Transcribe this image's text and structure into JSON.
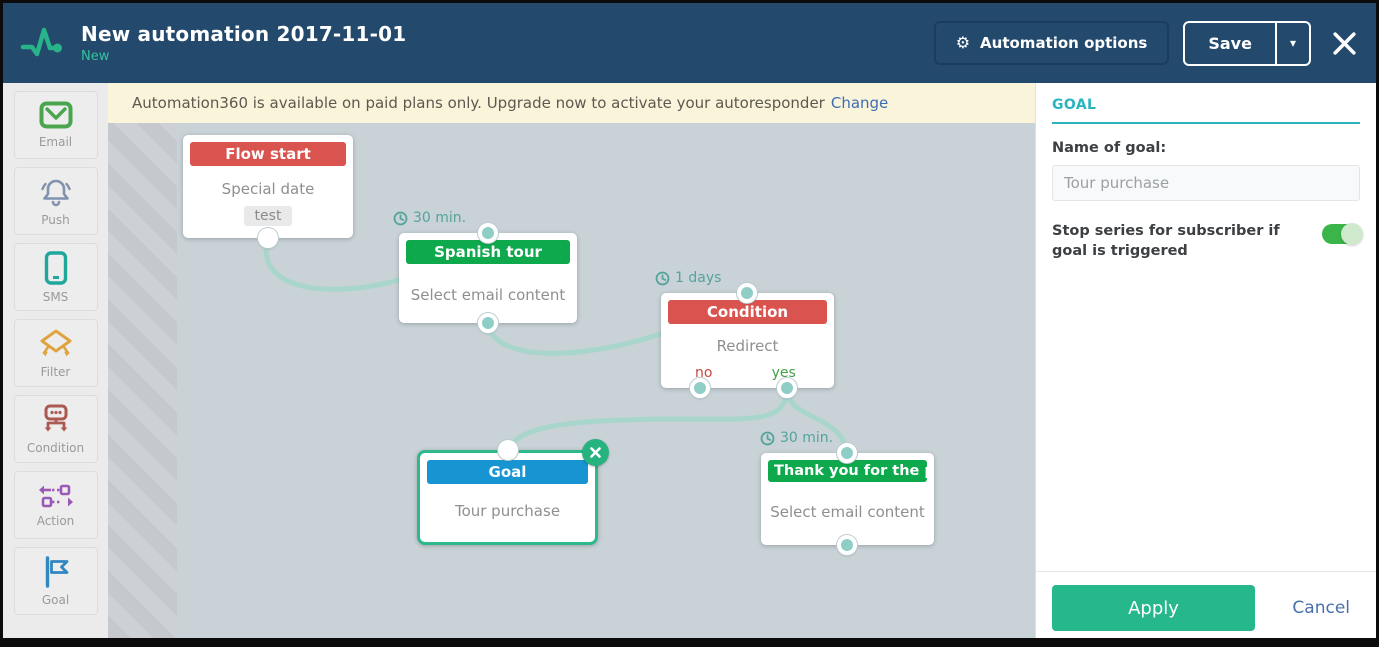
{
  "colors": {
    "header_bg": "#234a6d",
    "accent_teal": "#2bb3be",
    "apply_green": "#26b78c",
    "selection_green": "#2eb98a",
    "node_red": "#d9534f",
    "node_green": "#0ea84d",
    "node_blue": "#1795d3",
    "canvas_bg": "#c8d2d7",
    "connection": "#a8d6cd",
    "banner_bg": "#faf4db",
    "toggle_on": "#3bb44a"
  },
  "header": {
    "title": "New automation 2017-11-01",
    "status": "New",
    "logo_icon": "pulse-icon",
    "options_icon": "gear-icon",
    "options_button": "Automation options",
    "save_button": "Save",
    "caret_icon": "caret-down-icon",
    "close_icon": "close-icon"
  },
  "banner": {
    "message": "Automation360 is available on paid plans only. Upgrade now to activate your autoresponder",
    "link_label": "Change"
  },
  "sidebar": {
    "items": [
      {
        "label": "Email",
        "icon": "envelope-icon"
      },
      {
        "label": "Push",
        "icon": "bell-icon"
      },
      {
        "label": "SMS",
        "icon": "phone-icon"
      },
      {
        "label": "Filter",
        "icon": "filter-icon"
      },
      {
        "label": "Condition",
        "icon": "condition-icon"
      },
      {
        "label": "Action",
        "icon": "action-icon"
      },
      {
        "label": "Goal",
        "icon": "flag-icon"
      }
    ]
  },
  "canvas": {
    "nodes": {
      "flow_start": {
        "header": "Flow start",
        "body": "Special date",
        "tag": "test"
      },
      "spanish_tour": {
        "header": "Spanish tour",
        "body": "Select email content"
      },
      "condition": {
        "header": "Condition",
        "body": "Redirect",
        "no_label": "no",
        "yes_label": "yes"
      },
      "goal": {
        "header": "Goal",
        "body": "Tour purchase"
      },
      "thank_you": {
        "header": "Thank you for the pu...",
        "body": "Select email content"
      }
    },
    "timers": {
      "t1": "30 min.",
      "t2": "1 days",
      "t3": "30 min."
    }
  },
  "panel": {
    "heading": "GOAL",
    "name_label": "Name of goal:",
    "name_value": "Tour purchase",
    "toggle_label": "Stop series for subscriber if goal is triggered",
    "toggle_state": "on",
    "apply_button": "Apply",
    "cancel_button": "Cancel"
  }
}
